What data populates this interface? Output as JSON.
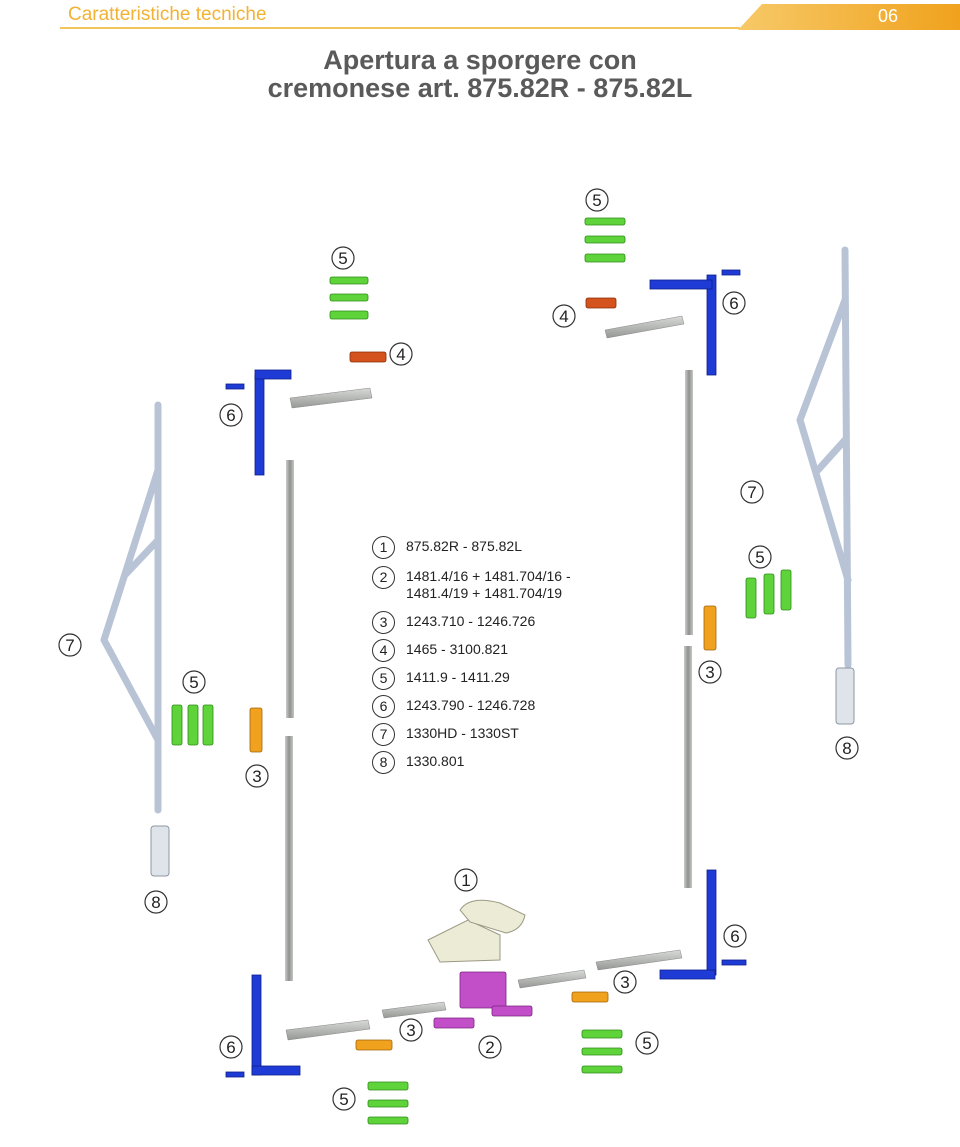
{
  "header": {
    "section_title": "Caratteristiche tecniche",
    "page_number": "06",
    "accent_color": "#f2b234"
  },
  "title": {
    "line1": "Apertura a sporgere con",
    "line2": "cremonese art. 875.82R - 875.82L"
  },
  "legend": [
    {
      "num": "1",
      "lines": [
        "875.82R - 875.82L"
      ]
    },
    {
      "num": "2",
      "lines": [
        "1481.4/16 + 1481.704/16 -",
        "1481.4/19 + 1481.704/19"
      ]
    },
    {
      "num": "3",
      "lines": [
        "1243.710 - 1246.726"
      ]
    },
    {
      "num": "4",
      "lines": [
        "1465 - 3100.821"
      ]
    },
    {
      "num": "5",
      "lines": [
        "1411.9 - 1411.29"
      ]
    },
    {
      "num": "6",
      "lines": [
        "1243.790 - 1246.728"
      ]
    },
    {
      "num": "7",
      "lines": [
        "1330HD - 1330ST"
      ]
    },
    {
      "num": "8",
      "lines": [
        "1330.801"
      ]
    }
  ],
  "callouts": [
    "5",
    "5",
    "4",
    "4",
    "6",
    "6",
    "7",
    "7",
    "5",
    "5",
    "3",
    "3",
    "8",
    "8",
    "1",
    "6",
    "3",
    "6",
    "3",
    "2",
    "5",
    "5"
  ],
  "part_colors": {
    "green": "#5fd33a",
    "blue": "#1f3bd6",
    "orange_red": "#d4521c",
    "amber": "#f0a11e",
    "magenta": "#c34fc8",
    "grey": "#a9aba8",
    "steel": "#b8c4d6",
    "cream": "#ecebd6"
  }
}
